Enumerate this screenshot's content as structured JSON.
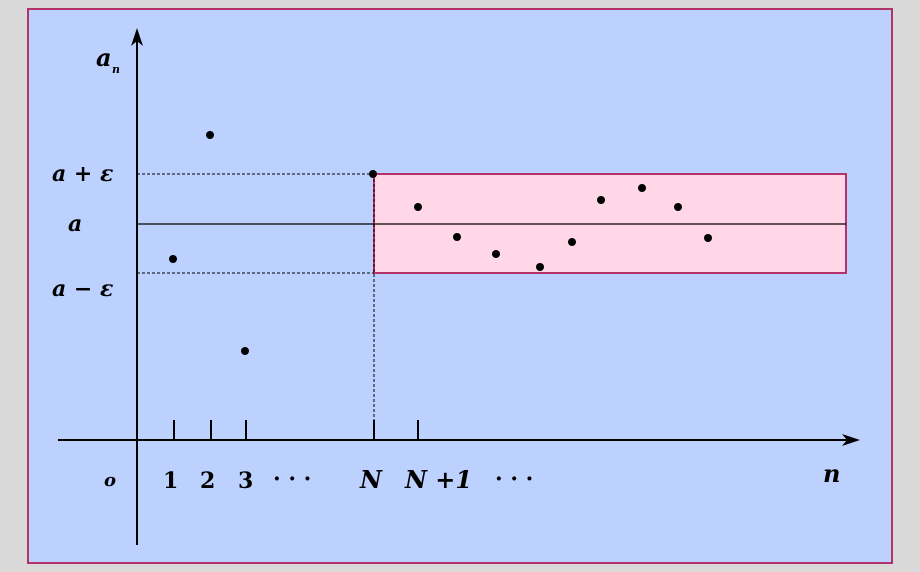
{
  "colors": {
    "frame_border": "#b2336a",
    "background": "#bdd1ff",
    "band_fill": "#ffd7e6",
    "band_stroke": "#b2336a",
    "ink": "#000000"
  },
  "labels": {
    "y_axis": "a",
    "y_axis_sub": "n",
    "x_axis": "n",
    "origin": "o",
    "a_plus_eps": "a + ε",
    "a": "a",
    "a_minus_eps": "a − ε",
    "tick_1": "1",
    "tick_2": "2",
    "tick_3": "3",
    "dots_1": "· · ·",
    "tick_N": "N",
    "tick_N1": "N +1",
    "dots_2": "· · ·"
  },
  "chart_data": {
    "type": "scatter",
    "description_levels": {
      "a_plus_eps": 1,
      "a": 0,
      "a_minus_eps": -1
    },
    "points_before_N": [
      {
        "n": 1,
        "value": -0.7
      },
      {
        "n": 2,
        "value": 1.8
      },
      {
        "n": 3,
        "value": -2.6
      }
    ],
    "point_at_N": {
      "n": "N",
      "value": 1.0
    },
    "points_after_N": [
      0.34,
      -0.28,
      -0.62,
      -0.88,
      -0.38,
      0.48,
      0.72,
      0.32,
      -0.32
    ]
  }
}
